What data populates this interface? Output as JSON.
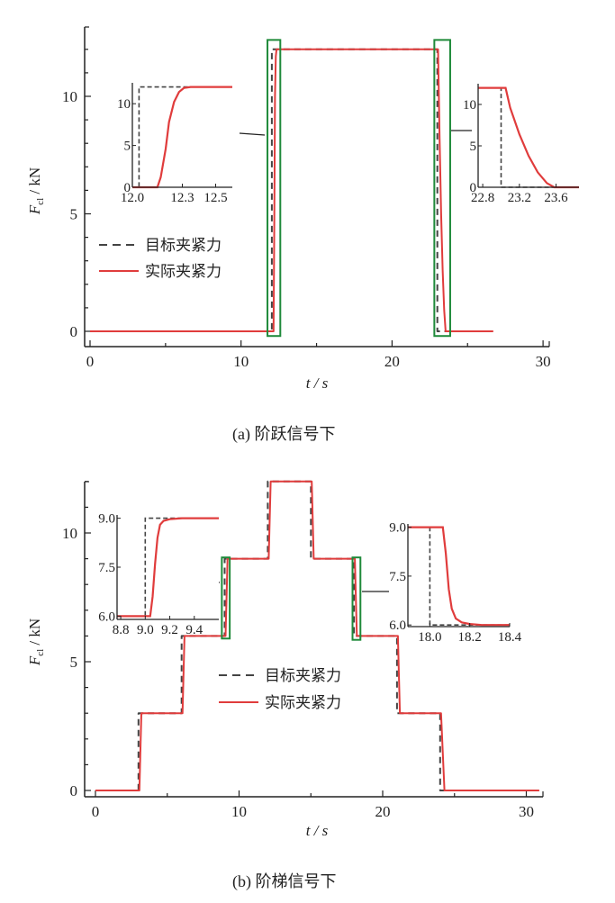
{
  "chart_data": [
    {
      "id": "a",
      "type": "line",
      "caption": "(a)  阶跃信号下",
      "xlabel": "t / s",
      "ylabel_main": "F",
      "ylabel_sub": "cl",
      "ylabel_unit": " / kN",
      "xlim": [
        -0.3,
        31
      ],
      "ylim": [
        -0.6,
        13.0
      ],
      "xticks": [
        0,
        10,
        20,
        30
      ],
      "xticks_minor": [
        5,
        15,
        25
      ],
      "yticks": [
        0,
        5,
        10
      ],
      "yticks_minor": [
        1,
        2,
        3,
        4,
        6,
        7,
        8,
        9,
        11,
        12
      ],
      "legend": {
        "position": "center-left",
        "entries": [
          "目标夹紧力",
          "实际夹紧力"
        ]
      },
      "series": [
        {
          "name": "目标夹紧力",
          "style": "dashed",
          "color": "#444444",
          "x": [
            0,
            12.04,
            12.04,
            23.0,
            23.0,
            23.6
          ],
          "y": [
            0,
            0,
            12,
            12,
            0,
            0
          ]
        },
        {
          "name": "实际夹紧力",
          "style": "solid",
          "color": "#e03c3c",
          "x": [
            0,
            12.15,
            12.2,
            12.25,
            12.3,
            12.35,
            23.05,
            23.15,
            23.25,
            23.35,
            23.45,
            23.55,
            26.7
          ],
          "y": [
            0,
            0,
            4.5,
            10.0,
            11.7,
            12,
            12,
            8.2,
            5.0,
            2.6,
            0.9,
            0,
            0
          ]
        }
      ],
      "highlight_boxes": [
        {
          "x": [
            11.75,
            12.6
          ],
          "y": [
            -0.2,
            12.4
          ]
        },
        {
          "x": [
            22.8,
            23.85
          ],
          "y": [
            -0.2,
            12.4
          ]
        }
      ],
      "insets": [
        {
          "position": "upper-left",
          "xlim": [
            12.0,
            12.6
          ],
          "ylim": [
            0,
            12.5
          ],
          "xticks": [
            12.0,
            12.3,
            12.5
          ],
          "xtick_labels": [
            "12.0",
            "12.3",
            "12.5"
          ],
          "yticks": [
            0,
            5,
            10
          ],
          "ytick_labels": [
            "0",
            "5",
            "10"
          ],
          "series": [
            {
              "style": "dashed",
              "x": [
                12.0,
                12.04,
                12.04,
                12.6
              ],
              "y": [
                0,
                0,
                12,
                12
              ]
            },
            {
              "style": "solid",
              "x": [
                12.0,
                12.15,
                12.17,
                12.2,
                12.22,
                12.25,
                12.28,
                12.31,
                12.35,
                12.6
              ],
              "y": [
                0,
                0,
                1.2,
                4.6,
                7.8,
                10.2,
                11.4,
                11.9,
                12,
                12
              ]
            }
          ]
        },
        {
          "position": "upper-right",
          "xlim": [
            22.75,
            23.85
          ],
          "ylim": [
            0,
            12.5
          ],
          "xticks": [
            22.8,
            23.2,
            23.6
          ],
          "xtick_labels": [
            "22.8",
            "23.2",
            "23.6"
          ],
          "yticks": [
            0,
            5,
            10
          ],
          "ytick_labels": [
            "0",
            "5",
            "10"
          ],
          "series": [
            {
              "style": "dashed",
              "x": [
                22.75,
                23.0,
                23.0,
                23.85
              ],
              "y": [
                12,
                12,
                0,
                0
              ]
            },
            {
              "style": "solid",
              "x": [
                22.75,
                23.05,
                23.1,
                23.2,
                23.3,
                23.4,
                23.5,
                23.58,
                23.85
              ],
              "y": [
                12,
                12,
                9.6,
                6.4,
                3.8,
                1.8,
                0.5,
                0,
                0
              ]
            }
          ]
        }
      ]
    },
    {
      "id": "b",
      "type": "line",
      "caption": "(b)  阶梯信号下",
      "xlabel": "t / s",
      "ylabel_main": "F",
      "ylabel_sub": "cl",
      "ylabel_unit": " / kN",
      "xlim": [
        -0.7,
        31.2
      ],
      "ylim": [
        -0.25,
        12.3
      ],
      "xticks": [
        0,
        10,
        20,
        30
      ],
      "xticks_minor": [
        5,
        15,
        25
      ],
      "yticks": [
        0,
        5,
        10
      ],
      "yticks_minor": [
        1,
        2,
        3,
        4,
        6,
        7,
        8,
        9,
        11,
        12
      ],
      "legend": {
        "position": "center",
        "entries": [
          "目标夹紧力",
          "实际夹紧力"
        ]
      },
      "series": [
        {
          "name": "目标夹紧力",
          "style": "dashed",
          "color": "#444444",
          "x": [
            0,
            3,
            3,
            6,
            6,
            9,
            9,
            12,
            12,
            15,
            15,
            18,
            18,
            21,
            21,
            24,
            24,
            24.5
          ],
          "y": [
            0,
            0,
            3,
            3,
            6,
            6,
            9,
            9,
            12,
            12,
            9,
            9,
            6,
            6,
            3,
            3,
            0,
            0
          ]
        },
        {
          "name": "实际夹紧力",
          "style": "solid",
          "color": "#e03c3c",
          "x": [
            0,
            3.06,
            3.2,
            6.06,
            6.2,
            9.06,
            9.2,
            12.06,
            12.2,
            15.06,
            15.2,
            18.06,
            18.2,
            21.06,
            21.2,
            24.06,
            24.3,
            30.9
          ],
          "y": [
            0,
            0,
            3,
            3,
            6,
            6,
            9,
            9,
            12,
            12,
            9,
            9,
            6,
            6,
            3,
            3,
            0,
            0
          ]
        }
      ],
      "highlight_boxes": [
        {
          "x": [
            8.8,
            9.35
          ],
          "y": [
            5.9,
            9.05
          ]
        },
        {
          "x": [
            17.9,
            18.45
          ],
          "y": [
            5.85,
            9.05
          ]
        }
      ],
      "insets": [
        {
          "position": "upper-left",
          "xlim": [
            8.77,
            9.6
          ],
          "ylim": [
            5.9,
            9.1
          ],
          "xticks": [
            8.8,
            9.0,
            9.2,
            9.4
          ],
          "xtick_labels": [
            "8.8",
            "9.0",
            "9.2",
            "9.4"
          ],
          "yticks": [
            6.0,
            7.5,
            9.0
          ],
          "ytick_labels": [
            "6.0",
            "7.5",
            "9.0"
          ],
          "series": [
            {
              "style": "dashed",
              "x": [
                8.77,
                9.0,
                9.0,
                9.55
              ],
              "y": [
                6,
                6,
                9,
                9
              ]
            },
            {
              "style": "solid",
              "x": [
                8.77,
                9.04,
                9.06,
                9.08,
                9.1,
                9.12,
                9.15,
                9.2,
                9.3,
                9.6
              ],
              "y": [
                6,
                6,
                6.6,
                7.6,
                8.4,
                8.8,
                8.92,
                8.97,
                9.0,
                9.0
              ]
            }
          ]
        },
        {
          "position": "upper-right",
          "xlim": [
            17.89,
            18.4
          ],
          "ylim": [
            5.95,
            9.1
          ],
          "xticks": [
            18.0,
            18.2,
            18.4
          ],
          "xtick_labels": [
            "18.0",
            "18.2",
            "18.4"
          ],
          "yticks": [
            6.0,
            7.5,
            9.0
          ],
          "ytick_labels": [
            "6.0",
            "7.5",
            "9.0"
          ],
          "series": [
            {
              "style": "dashed",
              "x": [
                17.89,
                18.0,
                18.0,
                18.4
              ],
              "y": [
                9,
                9,
                6,
                6
              ]
            },
            {
              "style": "solid",
              "x": [
                17.89,
                18.065,
                18.08,
                18.095,
                18.11,
                18.13,
                18.16,
                18.2,
                18.26,
                18.4
              ],
              "y": [
                9,
                9,
                8.2,
                7.1,
                6.5,
                6.2,
                6.08,
                6.03,
                6.0,
                6.0
              ]
            }
          ]
        }
      ]
    }
  ]
}
